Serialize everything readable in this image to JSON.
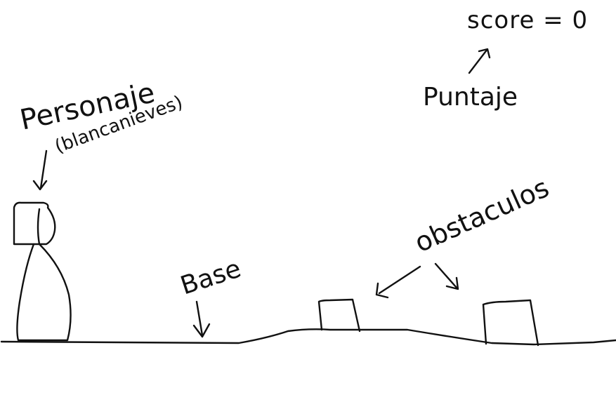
{
  "hud": {
    "score_text": "score = 0",
    "score_caption": "Puntaje"
  },
  "character": {
    "label": "Personaje",
    "sublabel": "(blancanieves)"
  },
  "ground": {
    "label": "Base"
  },
  "obstacles": {
    "label": "obstaculos",
    "count": 2
  },
  "colors": {
    "background": "#ffffff",
    "ink": "#111111"
  }
}
